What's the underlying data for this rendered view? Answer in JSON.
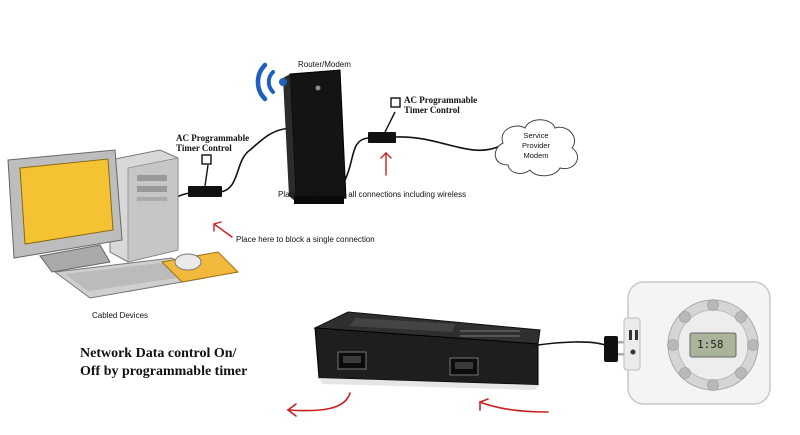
{
  "labels": {
    "router_modem": "Router/Modem",
    "timer_left": [
      "AC Programmable",
      "Timer Control"
    ],
    "timer_right": [
      "AC Programmable",
      "Timer Control"
    ],
    "cloud": [
      "Service",
      "Provider",
      "Modem"
    ],
    "note_all": "Place here to block all connections including wireless",
    "note_single": "Place here to block a single connection",
    "cabled_devices": "Cabled Devices",
    "caption": [
      "Network Data control On/",
      "Off by programmable timer"
    ],
    "timer_display": "1:58"
  },
  "colors": {
    "arrow": "#cc2020",
    "wifi": "#1f5fbf",
    "cable": "#111111",
    "monitor_screen": "#f4c233"
  }
}
